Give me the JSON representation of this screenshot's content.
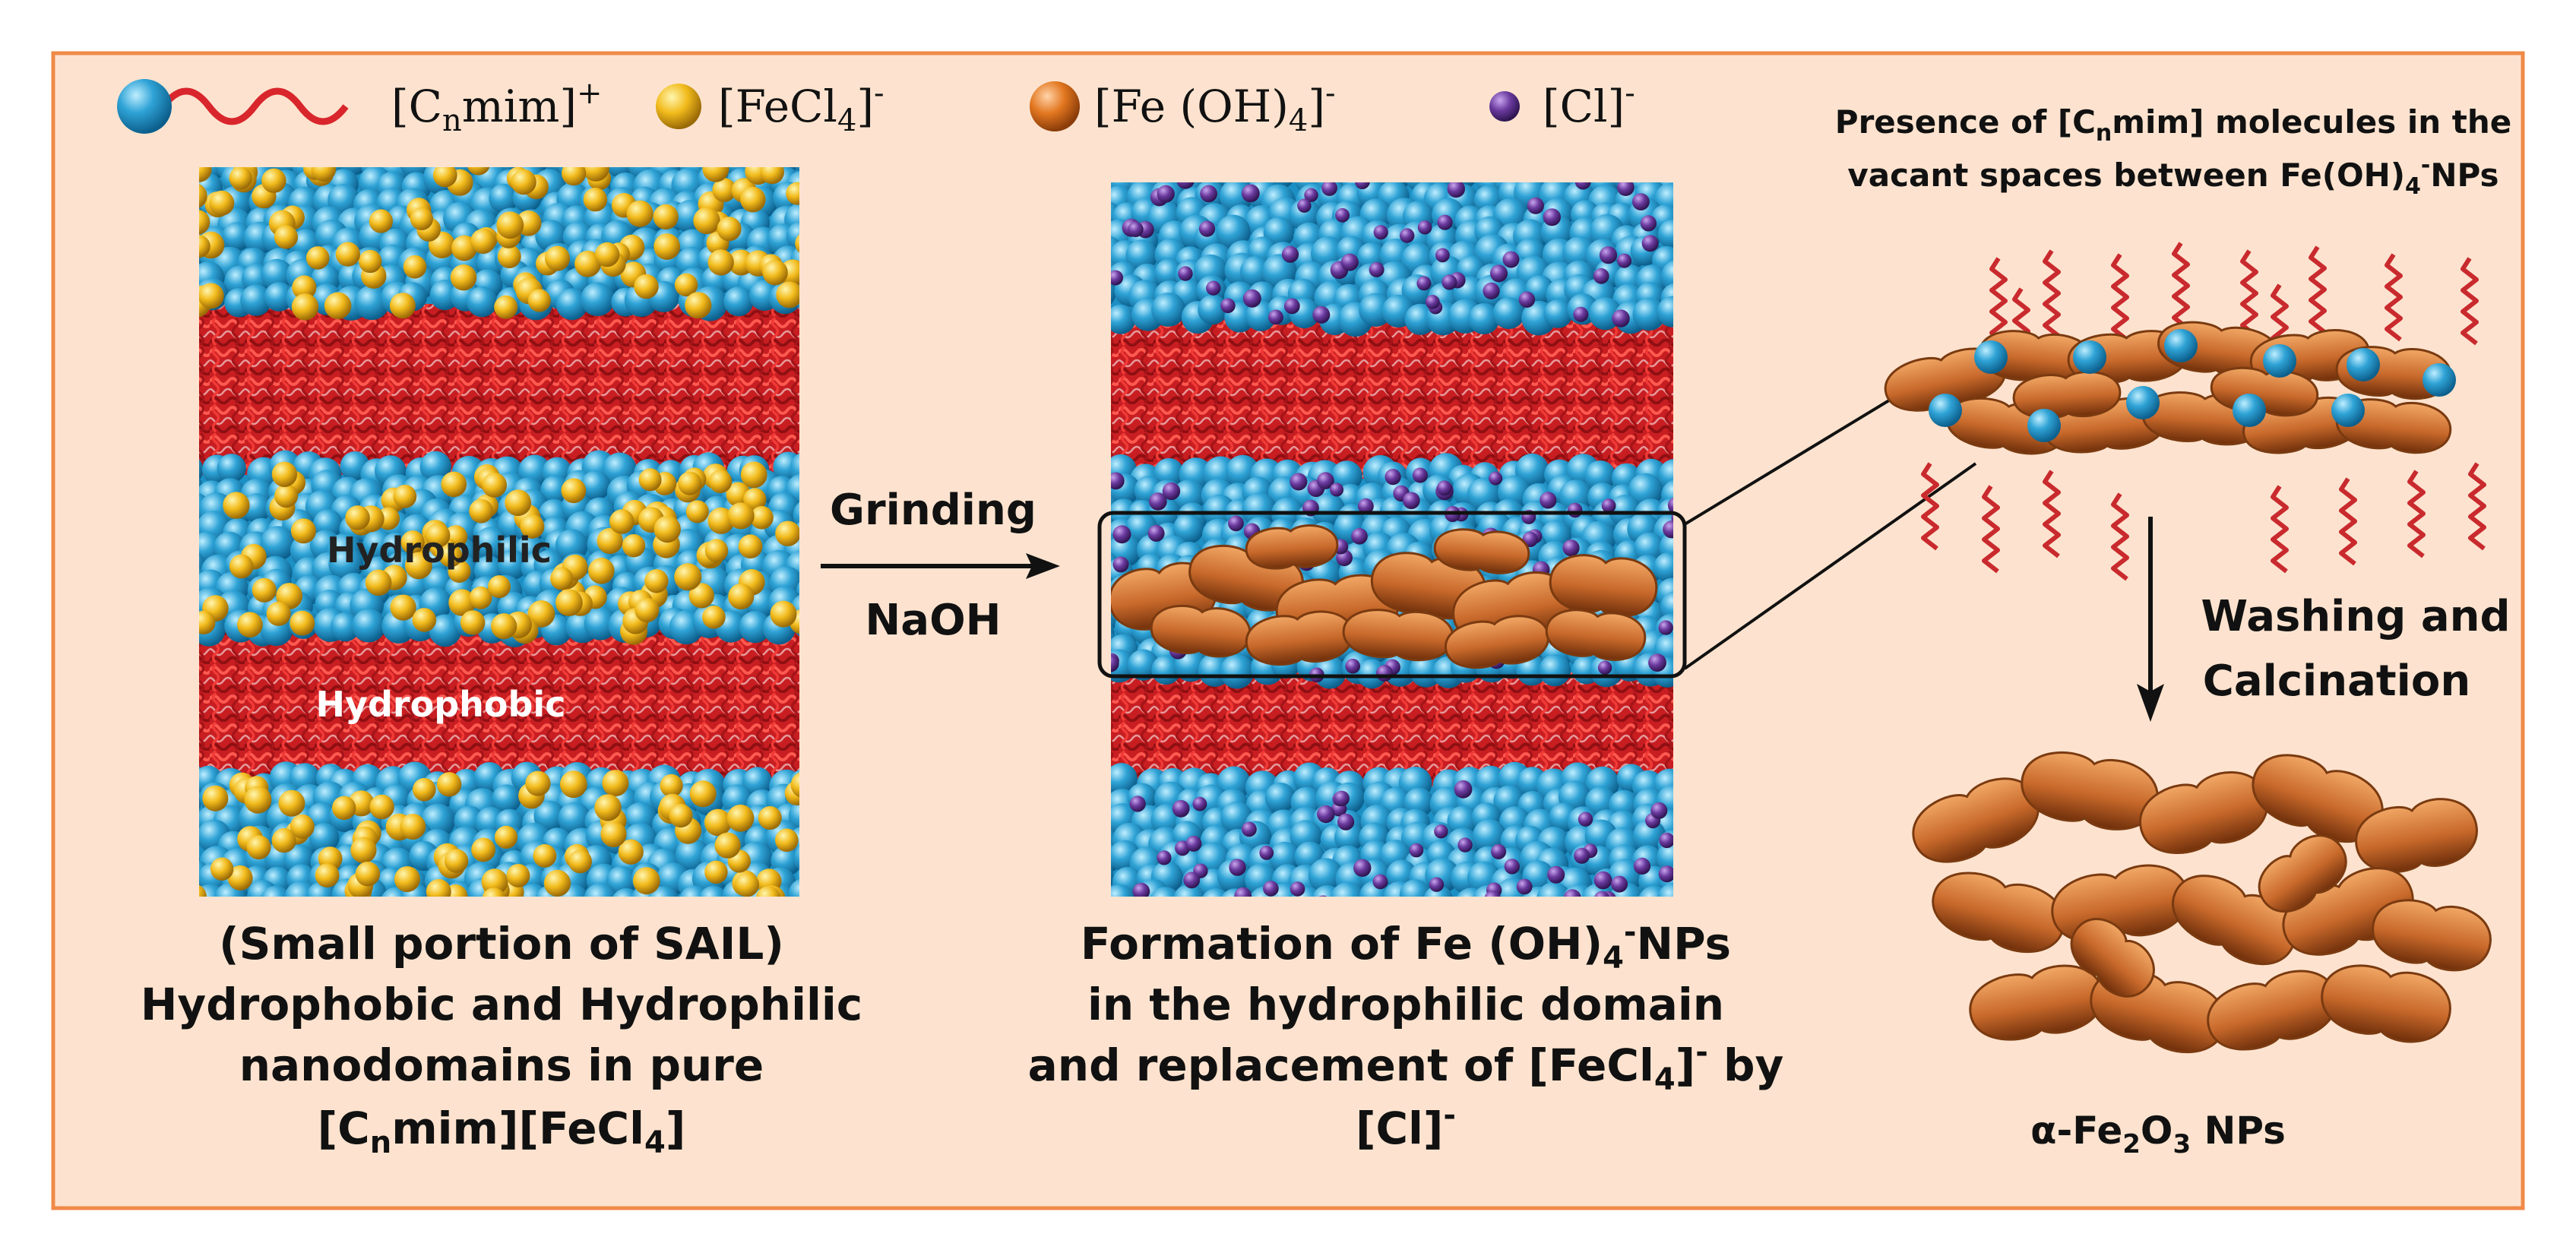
{
  "legend": {
    "cation": {
      "main": "[C",
      "sub": "n",
      "rest": "mim]",
      "sup": "+"
    },
    "fecl4": {
      "main": "[FeCl",
      "sub": "4",
      "rest": "]",
      "sup": "-"
    },
    "feoh4": {
      "main": "[Fe (OH)",
      "sub": "4",
      "rest": "]",
      "sup": "-"
    },
    "cl": {
      "main": "[Cl]",
      "sup": "-"
    }
  },
  "colors": {
    "background": "#fde3cf",
    "border": "#f08a48",
    "cation_head": "#2fa3d6",
    "tail": "#d8262c",
    "fecl4": "#f2bb1c",
    "feoh4": "#c8692b",
    "cl": "#6a3a9e",
    "hydrophobic": "#e0262a"
  },
  "panel1": {
    "label_hydrophilic": "Hydrophilic",
    "label_hydrophobic": "Hydrophobic",
    "caption_line1": "(Small portion of SAIL)",
    "caption_line2": "Hydrophobic and Hydrophilic",
    "caption_line3": "nanodomains in pure",
    "caption_line4": {
      "a": "[C",
      "sub1": "n",
      "b": "mim][FeCl",
      "sub2": "4",
      "c": "]"
    }
  },
  "arrow1": {
    "top": "Grinding",
    "bottom": "NaOH"
  },
  "panel2": {
    "caption_line1": {
      "a": "Formation of Fe (OH)",
      "sub": "4",
      "sup": "-",
      "b": "NPs"
    },
    "caption_line2": "in the hydrophilic domain",
    "caption_line3": {
      "a": "and replacement of [FeCl",
      "sub": "4",
      "b": "]",
      "sup": "-",
      "c": " by"
    },
    "caption_line4": {
      "a": "[Cl]",
      "sup": "-"
    }
  },
  "panel3": {
    "title_line1": {
      "a": "Presence of [C",
      "sub": "n",
      "b": "mim] molecules  in the"
    },
    "title_line2": {
      "a": "vacant spaces between Fe(OH)",
      "sub": "4",
      "sup": "-",
      "b": "NPs"
    },
    "step_line1": "Washing and",
    "step_line2": "Calcination",
    "product": {
      "a": "α-Fe",
      "sub1": "2",
      "b": "O",
      "sub2": "3",
      "c": " NPs"
    }
  }
}
